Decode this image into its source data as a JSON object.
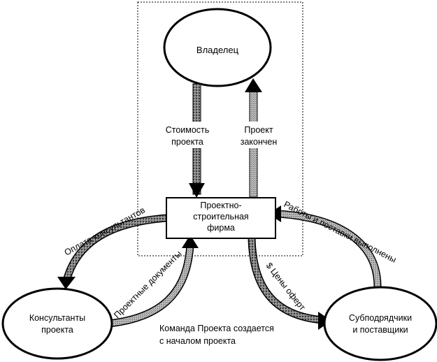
{
  "nodes": {
    "owner": "Владелец",
    "firm": [
      "Проектно-",
      "строительная",
      "фирма"
    ],
    "consultants": [
      "Консультанты",
      "проекта"
    ],
    "subcontractors": [
      "Субподрядчики",
      "и поставщики"
    ]
  },
  "flows": {
    "cost": [
      "Стоимость",
      "проекта"
    ],
    "done": [
      "Проект",
      "закончен"
    ],
    "consultant_payment": "Оплата консультантов",
    "project_docs": "Проектные документы",
    "bid_prices": "$ Цены оферт",
    "works_delivered": "Работы и поставки выполнены"
  },
  "caption": [
    "Команда Проекта создается",
    "с началом проекта"
  ]
}
